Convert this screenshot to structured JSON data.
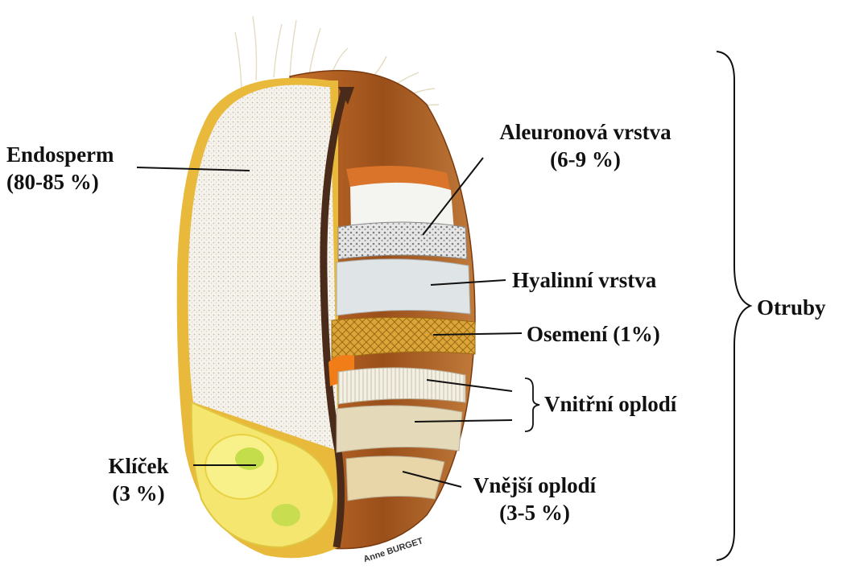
{
  "labels": {
    "endosperm": {
      "name": "Endosperm",
      "pct": "(80-85 %)"
    },
    "aleuron": {
      "name": "Aleuronová vrstva",
      "pct": "(6-9 %)"
    },
    "hyalin": {
      "name": "Hyalinní vrstva"
    },
    "osemeni": {
      "name": "Osemení (1%)"
    },
    "vnitrni": {
      "name": "Vnitřní oplodí"
    },
    "vnejsi": {
      "name": "Vnější oplodí",
      "pct": "(3-5 %)"
    },
    "klicek": {
      "name": "Klíček",
      "pct": "(3 %)"
    },
    "otruby": {
      "name": "Otruby"
    }
  },
  "signature": "Anne BURGET",
  "colors": {
    "endosperm": "#f4f1ea",
    "brown": "#9a4f1a",
    "aleuron": "#dcdcdc",
    "osemeni": "#d9a030",
    "germ": "#f2e46a",
    "outline": "#e8b93a"
  }
}
